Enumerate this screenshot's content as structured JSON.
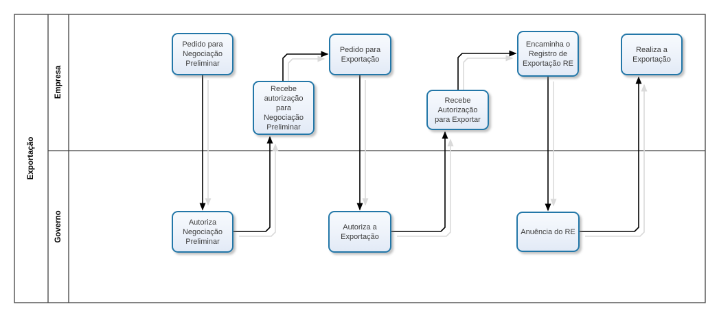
{
  "pool": {
    "title": "Exportação",
    "lanes": [
      {
        "label": "Empresa"
      },
      {
        "label": "Governo"
      }
    ]
  },
  "nodes": [
    {
      "id": "pedido-negociacao-preliminar",
      "lane": "Empresa",
      "label": "Pedido para Negociação Preliminar"
    },
    {
      "id": "recebe-autorizacao-negociacao",
      "lane": "Empresa",
      "label": "Recebe autorização para Negociação Preliminar"
    },
    {
      "id": "pedido-exportacao",
      "lane": "Empresa",
      "label": "Pedido para Exportação"
    },
    {
      "id": "recebe-autorizacao-exportar",
      "lane": "Empresa",
      "label": "Recebe Autorização para Exportar"
    },
    {
      "id": "encaminha-registro-exportacao",
      "lane": "Empresa",
      "label": "Encaminha o Registro de Exportação RE"
    },
    {
      "id": "realiza-exportacao",
      "lane": "Empresa",
      "label": "Realiza a Exportação"
    },
    {
      "id": "autoriza-negociacao-preliminar",
      "lane": "Governo",
      "label": "Autoriza Negociação Preliminar"
    },
    {
      "id": "autoriza-exportacao",
      "lane": "Governo",
      "label": "Autoriza a Exportação"
    },
    {
      "id": "anuencia-re",
      "lane": "Governo",
      "label": "Anuência do RE"
    }
  ],
  "flows": [
    {
      "from": "pedido-negociacao-preliminar",
      "to": "autoriza-negociacao-preliminar"
    },
    {
      "from": "autoriza-negociacao-preliminar",
      "to": "recebe-autorizacao-negociacao"
    },
    {
      "from": "recebe-autorizacao-negociacao",
      "to": "pedido-exportacao"
    },
    {
      "from": "pedido-exportacao",
      "to": "autoriza-exportacao"
    },
    {
      "from": "autoriza-exportacao",
      "to": "recebe-autorizacao-exportar"
    },
    {
      "from": "recebe-autorizacao-exportar",
      "to": "encaminha-registro-exportacao"
    },
    {
      "from": "encaminha-registro-exportacao",
      "to": "anuencia-re"
    },
    {
      "from": "anuencia-re",
      "to": "realiza-exportacao"
    }
  ],
  "colors": {
    "shape_border": "#2377a8",
    "shape_fill": "#edf2fa",
    "shape_text": "#3d3d3d",
    "lane_border": "#404040",
    "connector": "#000000",
    "connector_shadow": "#dadada"
  }
}
